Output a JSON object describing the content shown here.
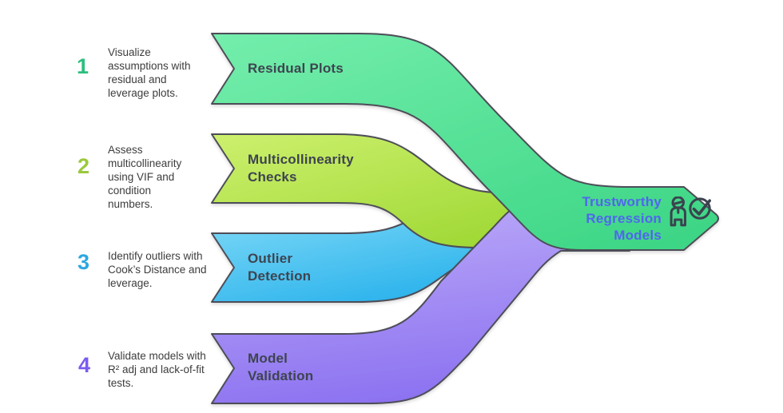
{
  "background_color": "#ffffff",
  "outline_color": "#4e4e58",
  "description_text_color": "#3d3d3d",
  "band_label_color": "#3e4450",
  "steps": [
    {
      "number": "1",
      "number_color": "#2dbe7f",
      "description": "Visualize assumptions with residual and leverage plots.",
      "label": "Residual Plots",
      "label_lines": [
        "Residual Plots"
      ],
      "band_colors": [
        "#74eeac",
        "#3ed686"
      ]
    },
    {
      "number": "2",
      "number_color": "#9bc93c",
      "description": "Assess multicollinearity using VIF and condition numbers.",
      "label": "Multicollinearity Checks",
      "label_lines": [
        "Multicollinearity",
        "Checks"
      ],
      "band_colors": [
        "#cdf06e",
        "#9fd834"
      ]
    },
    {
      "number": "3",
      "number_color": "#2ea7e0",
      "description": "Identify outliers with Cook’s Distance and leverage.",
      "label": "Outlier Detection",
      "label_lines": [
        "Outlier",
        "Detection"
      ],
      "band_colors": [
        "#8adef8",
        "#2bb3ec"
      ]
    },
    {
      "number": "4",
      "number_color": "#7a5cf0",
      "description": "Validate models with R² adj and lack-of-fit tests.",
      "label": "Model Validation",
      "label_lines": [
        "Model",
        "Validation"
      ],
      "band_colors": [
        "#bcabf8",
        "#8a6ff0"
      ]
    }
  ],
  "result": {
    "label": "Trustworthy Regression Models",
    "label_lines": [
      "Trustworthy",
      "Regression",
      "Models"
    ],
    "text_color": "#5066ee",
    "icon_color": "#3b434e",
    "icons": [
      "person-icon",
      "check-circle-icon"
    ]
  }
}
